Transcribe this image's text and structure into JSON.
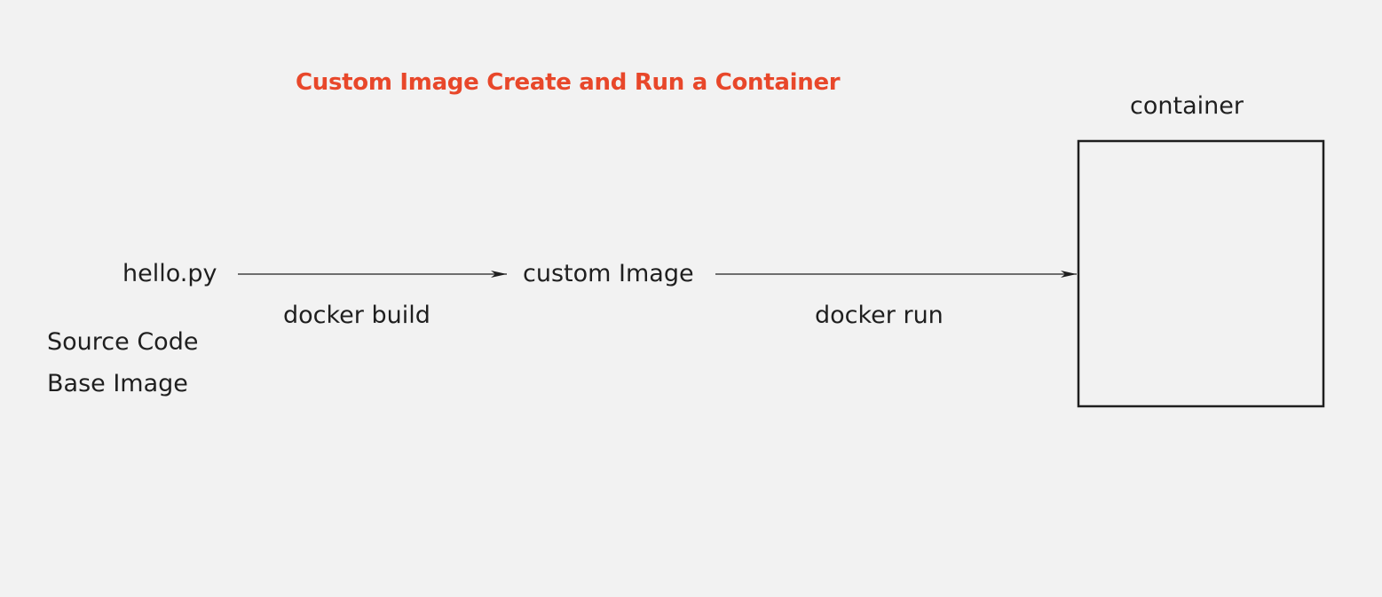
{
  "diagram": {
    "title": "Custom Image Create and Run a Container",
    "title_color": "#e8472a",
    "nodes": {
      "source_file": "hello.py",
      "intermediate_image": "custom Image",
      "container": "container"
    },
    "edges": {
      "build": "docker build",
      "run": "docker run"
    },
    "notes": [
      "Source Code",
      "Base Image"
    ]
  }
}
